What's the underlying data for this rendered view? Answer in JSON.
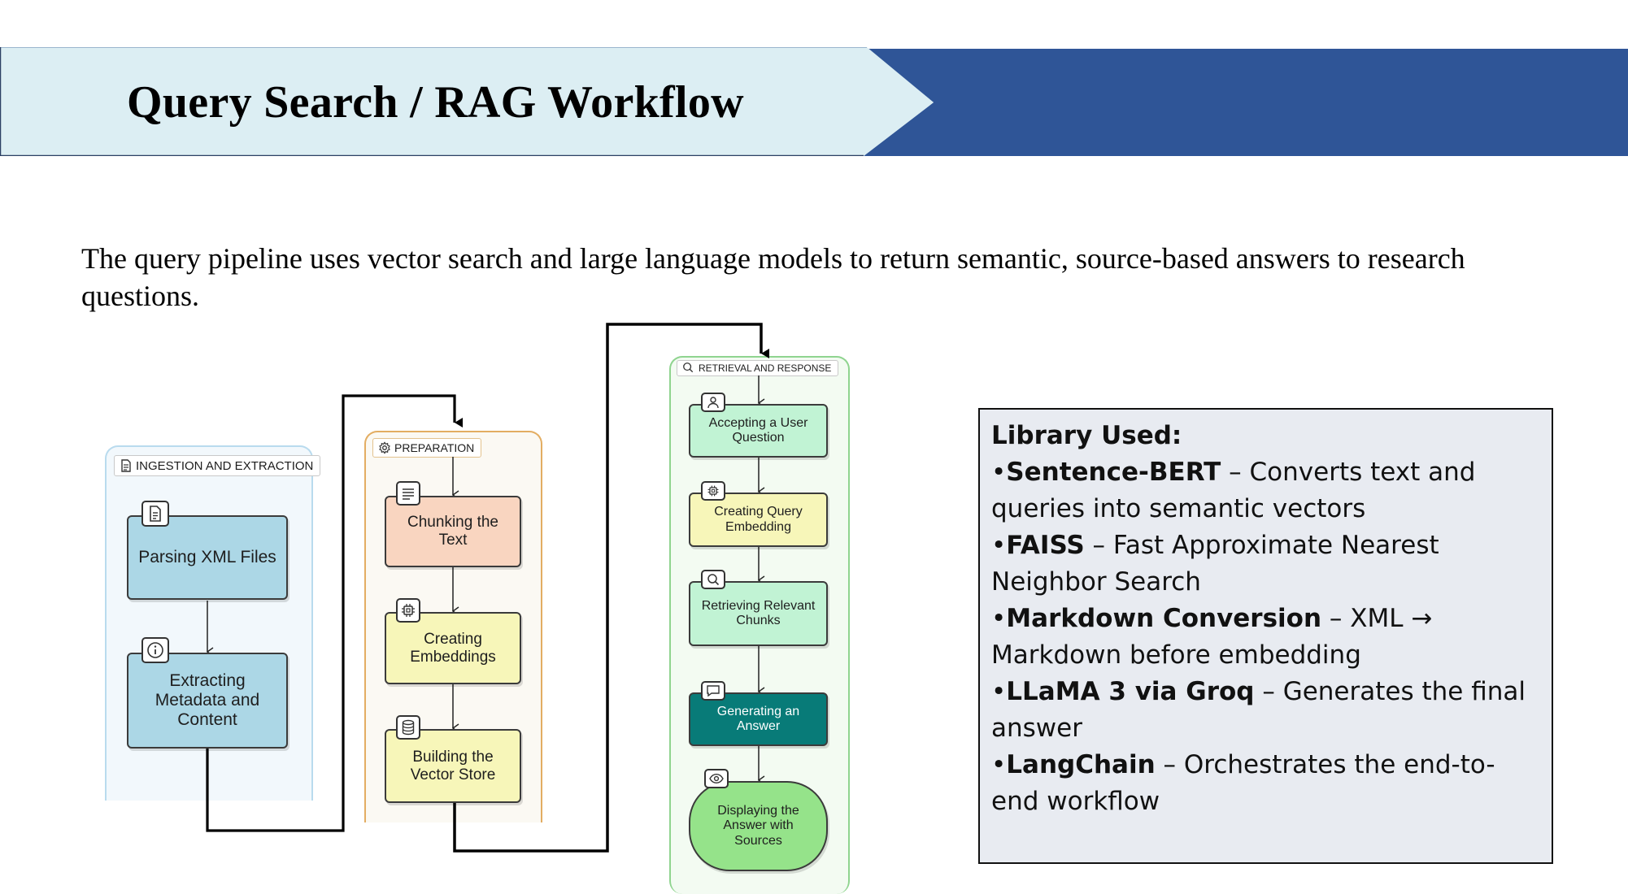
{
  "header": {
    "title": "Query Search / RAG Workflow",
    "colors": {
      "banner_light": "#dceef3",
      "banner_dark": "#2f5597"
    }
  },
  "intro": {
    "text": "The query pipeline uses vector search and large language models to return semantic, source-based answers to research questions."
  },
  "diagram": {
    "panels": {
      "ingestion": {
        "label": "INGESTION AND EXTRACTION",
        "icon": "document-icon",
        "nodes": [
          {
            "label": "Parsing XML Files",
            "icon": "document-icon"
          },
          {
            "label": "Extracting Metadata and Content",
            "icon": "info-icon"
          }
        ]
      },
      "preparation": {
        "label": "PREPARATION",
        "icon": "gear-icon",
        "nodes": [
          {
            "label": "Chunking the Text",
            "icon": "text-lines-icon"
          },
          {
            "label": "Creating Embeddings",
            "icon": "chip-icon"
          },
          {
            "label": "Building the Vector Store",
            "icon": "database-icon"
          }
        ]
      },
      "retrieval": {
        "label": "RETRIEVAL AND RESPONSE",
        "icon": "search-icon",
        "nodes": [
          {
            "label": "Accepting a User Question",
            "icon": "user-icon"
          },
          {
            "label": "Creating Query Embedding",
            "icon": "chip-icon"
          },
          {
            "label": "Retrieving Relevant Chunks",
            "icon": "search-icon"
          },
          {
            "label": "Generating an Answer",
            "icon": "chat-icon"
          },
          {
            "label": "Displaying the Answer with Sources",
            "icon": "eye-icon"
          }
        ]
      }
    }
  },
  "library": {
    "title": "Library Used:",
    "bullet": "•",
    "items": [
      {
        "name": "Sentence-BERT",
        "desc": " – Converts text and queries into semantic vectors"
      },
      {
        "name": "FAISS",
        "desc": " – Fast Approximate Nearest Neighbor Search"
      },
      {
        "name": "Markdown Conversion",
        "desc": " – XML → Markdown before embedding"
      },
      {
        "name": "LLaMA 3 via Groq",
        "desc": " – Generates the final answer"
      },
      {
        "name": "LangChain",
        "desc": " – Orchestrates the end-to-end workflow"
      }
    ]
  }
}
